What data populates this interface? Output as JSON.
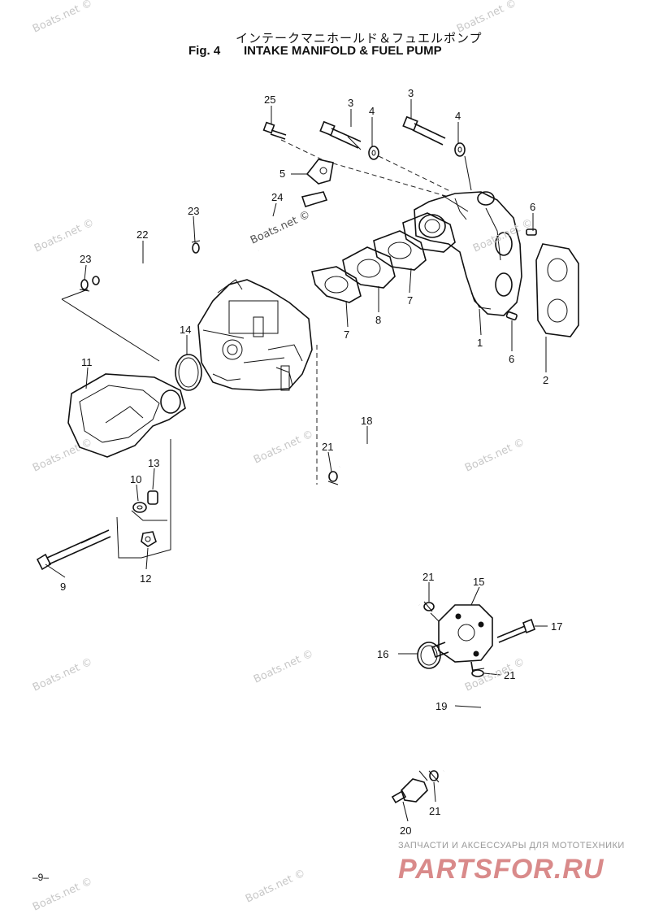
{
  "title": {
    "japanese": "インテークマニホールド＆フュエルポンプ",
    "fig": "Fig. 4",
    "name": "INTAKE MANIFOLD & FUEL PUMP"
  },
  "watermark": "Boats.net ©",
  "page_number": "–9–",
  "brand": {
    "tagline": "ЗАПЧАСТИ И АКСЕССУАРЫ ДЛЯ МОТОТЕХНИКИ",
    "logo": "PARTSFOR.RU"
  },
  "callouts": {
    "c25": "25",
    "c3a": "3",
    "c4a": "4",
    "c3b": "3",
    "c4b": "4",
    "c5": "5",
    "c24": "24",
    "c6a": "6",
    "c23a": "23",
    "c22": "22",
    "c23b": "23",
    "c7a": "7",
    "c8": "8",
    "c7b": "7",
    "c1": "1",
    "c6b": "6",
    "c2": "2",
    "c14": "14",
    "c11": "11",
    "c18": "18",
    "c21a": "21",
    "c13": "13",
    "c10": "10",
    "c9": "9",
    "c12": "12",
    "c21b": "21",
    "c15": "15",
    "c17": "17",
    "c16": "16",
    "c21c": "21",
    "c19": "19",
    "c21d": "21",
    "c20": "20"
  }
}
